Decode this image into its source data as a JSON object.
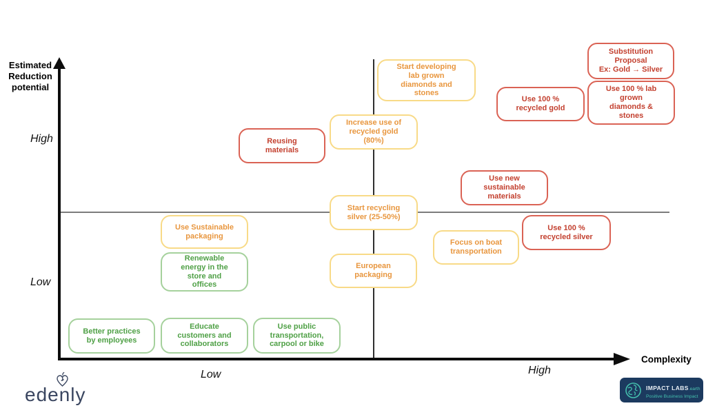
{
  "diagram": {
    "y_axis": {
      "title": "Estimated\nReduction\npotential",
      "tick_high": "High",
      "tick_low": "Low"
    },
    "x_axis": {
      "title": "Complexity",
      "tick_low": "Low",
      "tick_high": "High"
    }
  },
  "boxes": {
    "substitution_proposal": {
      "label": "Substitution\nProposal\nEx: Gold → Silver",
      "level": "red"
    },
    "lab_grown_100": {
      "label": "Use 100 % lab\ngrown\ndiamonds &\nstones",
      "level": "red"
    },
    "recycled_gold_100": {
      "label": "Use 100 %\nrecycled gold",
      "level": "red"
    },
    "start_developing_lab_grown": {
      "label": "Start developing\nlab grown\ndiamonds and\nstones",
      "level": "yellow"
    },
    "increase_recycled_gold": {
      "label": "Increase use of\nrecycled gold\n(80%)",
      "level": "yellow"
    },
    "reusing_materials": {
      "label": "Reusing\nmaterials",
      "level": "red"
    },
    "new_sustainable_materials": {
      "label": "Use new\nsustainable\nmaterials",
      "level": "red"
    },
    "start_recycling_silver": {
      "label": "Start recycling\nsilver (25-50%)",
      "level": "yellow"
    },
    "recycled_silver_100": {
      "label": "Use 100 %\nrecycled silver",
      "level": "red"
    },
    "sustainable_packaging": {
      "label": "Use Sustainable\npackaging",
      "level": "yellow"
    },
    "focus_boat_transportation": {
      "label": "Focus on boat\ntransportation",
      "level": "yellow"
    },
    "european_packaging": {
      "label": "European\npackaging",
      "level": "yellow"
    },
    "renewable_energy": {
      "label": "Renewable\nenergy in the\nstore and\noffices",
      "level": "green"
    },
    "better_practices": {
      "label": "Better practices\nby employees",
      "level": "green"
    },
    "educate_customers": {
      "label": "Educate\ncustomers and\ncollaborators",
      "level": "green"
    },
    "public_transportation": {
      "label": "Use public\ntransportation,\ncarpool or bike",
      "level": "green"
    }
  },
  "footer": {
    "edenly_logo_text": "edenly",
    "impact_labs": {
      "brand": "IMPACT LABS",
      "domain": ".earth",
      "tagline": "Positive Business Impact"
    }
  },
  "colors": {
    "red_border": "#da6254",
    "red_text": "#c3402f",
    "yellow_border": "#f8da87",
    "yellow_text": "#e8963e",
    "green_border": "#a5d19c",
    "green_text": "#4fa046",
    "axis_black": "#0d0d0d",
    "mid_line_gray": "#7b7b7b",
    "edenly_navy": "#3a4660",
    "badge_navy": "#1c3a5f",
    "badge_teal": "#44bfad"
  }
}
